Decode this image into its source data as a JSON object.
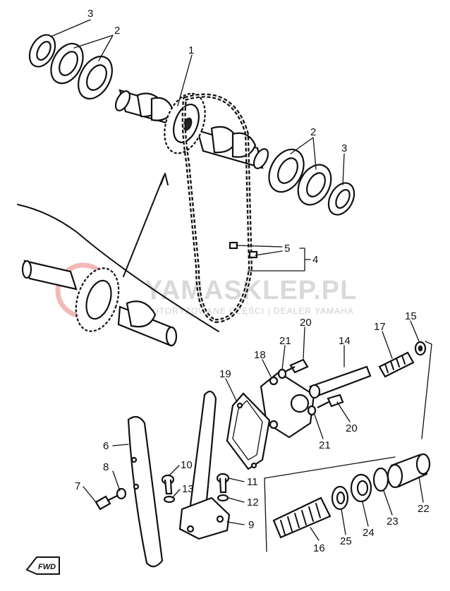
{
  "watermark": {
    "brand": "YAMASKLEP.PL",
    "tagline": "AUTORYZOWANE CZĘŚCI | DEALER YAMAHA",
    "logo_color": "#f2b9b9"
  },
  "direction_marker": "FWD",
  "callouts": {
    "p1": "1",
    "p2a": "2",
    "p2b": "2",
    "p3a": "3",
    "p3b": "3",
    "p4": "4",
    "p5": "5",
    "p6": "6",
    "p7": "7",
    "p8": "8",
    "p9": "9",
    "p10": "10",
    "p11": "11",
    "p12": "12",
    "p13": "13",
    "p14": "14",
    "p15": "15",
    "p16": "16",
    "p17": "17",
    "p18": "18",
    "p19": "19",
    "p20a": "20",
    "p20b": "20",
    "p21a": "21",
    "p21b": "21",
    "p22": "22",
    "p23": "23",
    "p24": "24",
    "p25": "25"
  }
}
